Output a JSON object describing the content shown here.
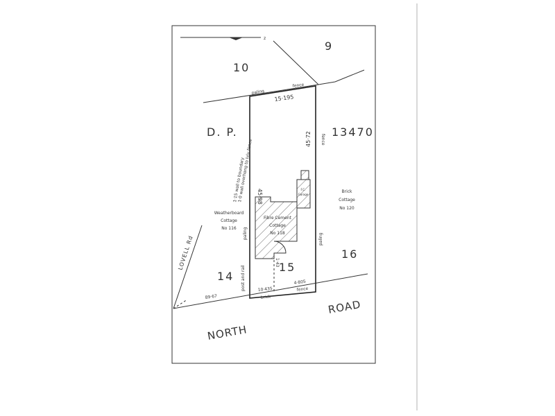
{
  "plan": {
    "north_label": "z",
    "lots": {
      "lot_10": "10",
      "lot_9": "9",
      "lot_14": "14",
      "lot_15": "15",
      "lot_16": "16"
    },
    "deposited_plan": {
      "prefix": "D.  P.",
      "number": "13470"
    },
    "dimensions": {
      "top": "15·195",
      "left": "45·98",
      "right": "45·72",
      "front_left": "10·435",
      "front_right": "4·805",
      "corner": "89·67"
    },
    "fence_labels": {
      "top_paling": "paling",
      "top_fence": "fence",
      "right_fence": "fence",
      "left_paling": "paling",
      "right_paling": "paling",
      "post_rail": "post and rail",
      "front_brick": "brick",
      "front_fence": "fence"
    },
    "wall_note": [
      "1·15 wall to boundary",
      "1·0 wall overhang to lvly fence"
    ],
    "houses": {
      "left": [
        "Weatherboard",
        "Cottage",
        "No 116"
      ],
      "subject": [
        "Fibre Cement",
        "Cottage",
        "No 118"
      ],
      "right": [
        "Brick",
        "Cottage",
        "No 120"
      ],
      "garage": [
        "F.C.",
        "Garage"
      ]
    },
    "roads": {
      "side": "LOVELL  Rd",
      "main_1": "NORTH",
      "main_2": "ROAD"
    },
    "setback_label": "1·43"
  }
}
